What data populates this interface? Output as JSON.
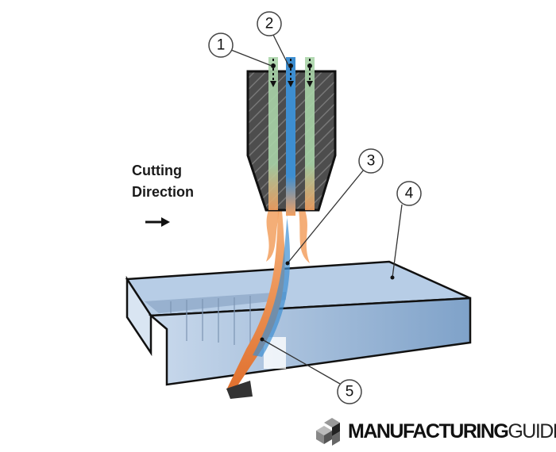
{
  "diagram": {
    "direction_label_line1": "Cutting",
    "direction_label_line2": "Direction",
    "callouts": [
      "1",
      "2",
      "3",
      "4",
      "5"
    ],
    "colors": {
      "beam_blue": "#3d8ed1",
      "gas_green": "#a9d4a8",
      "workpiece": "#a9c4e0",
      "flame": "#f39a55",
      "nozzle": "#4a4a4a"
    }
  },
  "logo": {
    "bold": "MANUFACTURING",
    "light": "GUIDE"
  }
}
